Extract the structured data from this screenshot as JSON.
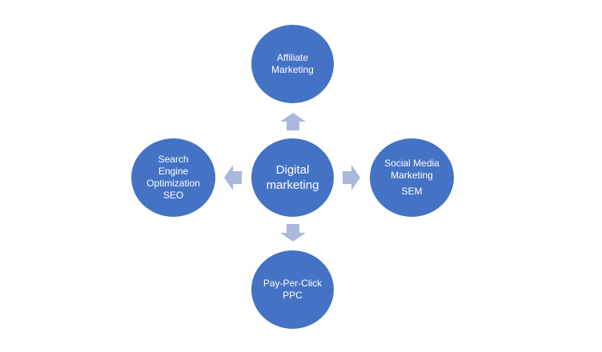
{
  "diagram": {
    "center": {
      "lines": [
        "Digital",
        "marketing"
      ]
    },
    "top": {
      "lines": [
        "Affiliate",
        "Marketing"
      ]
    },
    "left": {
      "lines": [
        "Search",
        "Engine",
        "Optimization",
        "SEO"
      ]
    },
    "right": {
      "lines": [
        "Social Media",
        "Marketing"
      ],
      "sub": "SEM"
    },
    "bottom": {
      "lines": [
        "Pay-Per-Click",
        "PPC"
      ]
    }
  },
  "colors": {
    "node_fill": "#4472c4",
    "arrow_fill": "#a9b8dc",
    "text": "#ffffff"
  }
}
